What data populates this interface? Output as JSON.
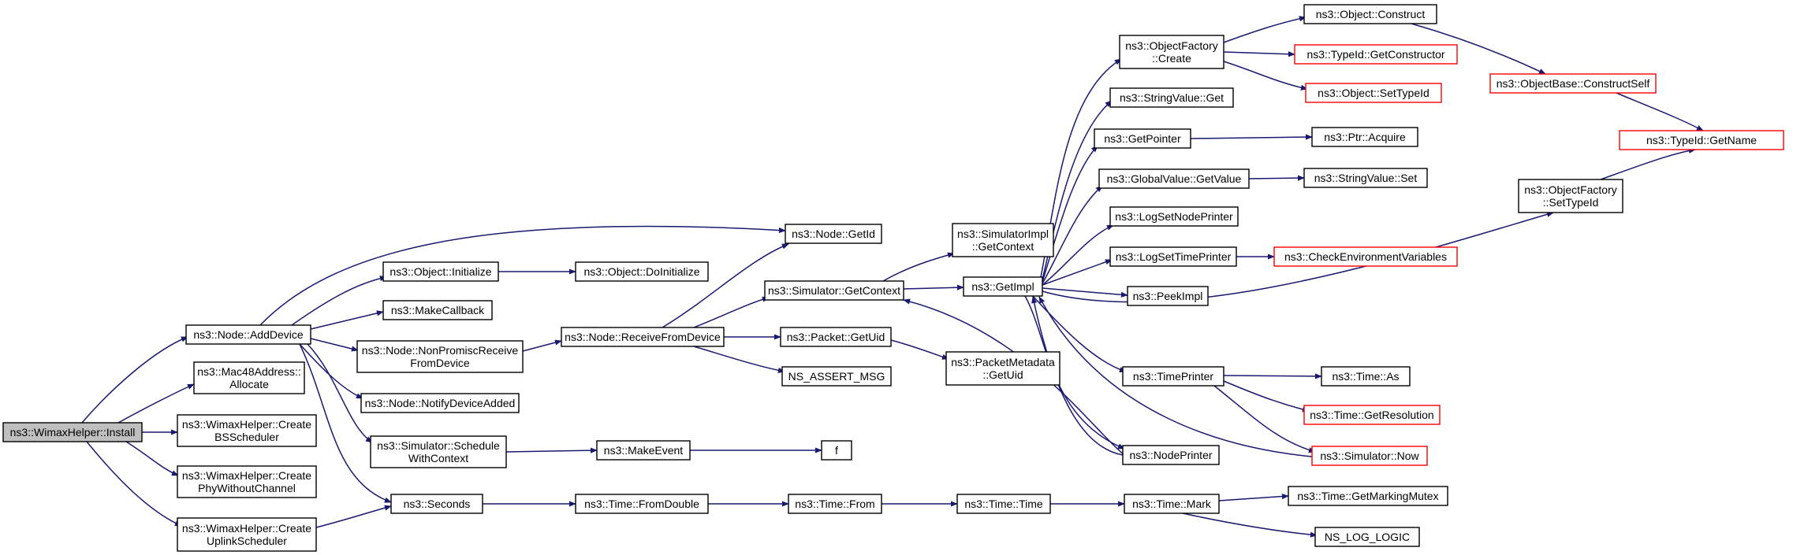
{
  "colors": {
    "edge": "#191970",
    "root_fill": "#bfbfbf",
    "node_fill": "#ffffff",
    "node_border": "#000000",
    "truncated_border": "#ff0000"
  },
  "nodes": [
    {
      "id": "install",
      "lines": [
        "ns3::WimaxHelper::Install"
      ],
      "root": true
    },
    {
      "id": "adddevice",
      "lines": [
        "ns3::Node::AddDevice"
      ]
    },
    {
      "id": "mac48",
      "lines": [
        "ns3::Mac48Address::",
        "Allocate"
      ]
    },
    {
      "id": "createbs",
      "lines": [
        "ns3::WimaxHelper::Create",
        "BSScheduler"
      ]
    },
    {
      "id": "createphy",
      "lines": [
        "ns3::WimaxHelper::Create",
        "PhyWithoutChannel"
      ]
    },
    {
      "id": "createul",
      "lines": [
        "ns3::WimaxHelper::Create",
        "UplinkScheduler"
      ]
    },
    {
      "id": "objinit",
      "lines": [
        "ns3::Object::Initialize"
      ]
    },
    {
      "id": "makecallback",
      "lines": [
        "ns3::MakeCallback"
      ]
    },
    {
      "id": "nonpromisc",
      "lines": [
        "ns3::Node::NonPromiscReceive",
        "FromDevice"
      ]
    },
    {
      "id": "notifyadded",
      "lines": [
        "ns3::Node::NotifyDeviceAdded"
      ]
    },
    {
      "id": "schedctx",
      "lines": [
        "ns3::Simulator::Schedule",
        "WithContext"
      ]
    },
    {
      "id": "seconds",
      "lines": [
        "ns3::Seconds"
      ]
    },
    {
      "id": "doinit",
      "lines": [
        "ns3::Object::DoInitialize"
      ]
    },
    {
      "id": "recvfromdev",
      "lines": [
        "ns3::Node::ReceiveFromDevice"
      ]
    },
    {
      "id": "makeevent",
      "lines": [
        "ns3::MakeEvent"
      ]
    },
    {
      "id": "fromdouble",
      "lines": [
        "ns3::Time::FromDouble"
      ]
    },
    {
      "id": "getid",
      "lines": [
        "ns3::Node::GetId"
      ]
    },
    {
      "id": "getcontext",
      "lines": [
        "ns3::Simulator::GetContext"
      ]
    },
    {
      "id": "getuid",
      "lines": [
        "ns3::Packet::GetUid"
      ]
    },
    {
      "id": "assertmsg",
      "lines": [
        "NS_ASSERT_MSG"
      ]
    },
    {
      "id": "f",
      "lines": [
        "f"
      ]
    },
    {
      "id": "timefrom",
      "lines": [
        "ns3::Time::From"
      ]
    },
    {
      "id": "implctx",
      "lines": [
        "ns3::SimulatorImpl",
        "::GetContext"
      ]
    },
    {
      "id": "pmgetuid",
      "lines": [
        "ns3::PacketMetadata",
        "::GetUid"
      ]
    },
    {
      "id": "timetime",
      "lines": [
        "ns3::Time::Time"
      ]
    },
    {
      "id": "getimpl",
      "lines": [
        "ns3::GetImpl"
      ]
    },
    {
      "id": "ofcreate",
      "lines": [
        "ns3::ObjectFactory",
        "::Create"
      ]
    },
    {
      "id": "strget",
      "lines": [
        "ns3::StringValue::Get"
      ]
    },
    {
      "id": "getpointer",
      "lines": [
        "ns3::GetPointer"
      ]
    },
    {
      "id": "gvgetvalue",
      "lines": [
        "ns3::GlobalValue::GetValue"
      ]
    },
    {
      "id": "lognode",
      "lines": [
        "ns3::LogSetNodePrinter"
      ]
    },
    {
      "id": "logtime",
      "lines": [
        "ns3::LogSetTimePrinter"
      ]
    },
    {
      "id": "peekimpl",
      "lines": [
        "ns3::PeekImpl"
      ]
    },
    {
      "id": "timeprinter",
      "lines": [
        "ns3::TimePrinter"
      ]
    },
    {
      "id": "nodeprinter",
      "lines": [
        "ns3::NodePrinter"
      ]
    },
    {
      "id": "timemark",
      "lines": [
        "ns3::Time::Mark"
      ]
    },
    {
      "id": "objconstruct",
      "lines": [
        "ns3::Object::Construct"
      ]
    },
    {
      "id": "getctor",
      "lines": [
        "ns3::TypeId::GetConstructor"
      ],
      "truncated": true
    },
    {
      "id": "settypeid",
      "lines": [
        "ns3::Object::SetTypeId"
      ],
      "truncated": true
    },
    {
      "id": "ptracquire",
      "lines": [
        "ns3::Ptr::Acquire"
      ]
    },
    {
      "id": "strset",
      "lines": [
        "ns3::StringValue::Set"
      ]
    },
    {
      "id": "checkenv",
      "lines": [
        "ns3::CheckEnvironmentVariables"
      ],
      "truncated": true
    },
    {
      "id": "timeas",
      "lines": [
        "ns3::Time::As"
      ]
    },
    {
      "id": "getres",
      "lines": [
        "ns3::Time::GetResolution"
      ],
      "truncated": true
    },
    {
      "id": "simnow",
      "lines": [
        "ns3::Simulator::Now"
      ],
      "truncated": true
    },
    {
      "id": "markmutex",
      "lines": [
        "ns3::Time::GetMarkingMutex"
      ]
    },
    {
      "id": "loglogic",
      "lines": [
        "NS_LOG_LOGIC"
      ]
    },
    {
      "id": "objbasector",
      "lines": [
        "ns3::ObjectBase::ConstructSelf"
      ],
      "truncated": true
    },
    {
      "id": "ofsettypeid",
      "lines": [
        "ns3::ObjectFactory",
        "::SetTypeId"
      ]
    },
    {
      "id": "getname",
      "lines": [
        "ns3::TypeId::GetName"
      ],
      "truncated": true
    }
  ]
}
